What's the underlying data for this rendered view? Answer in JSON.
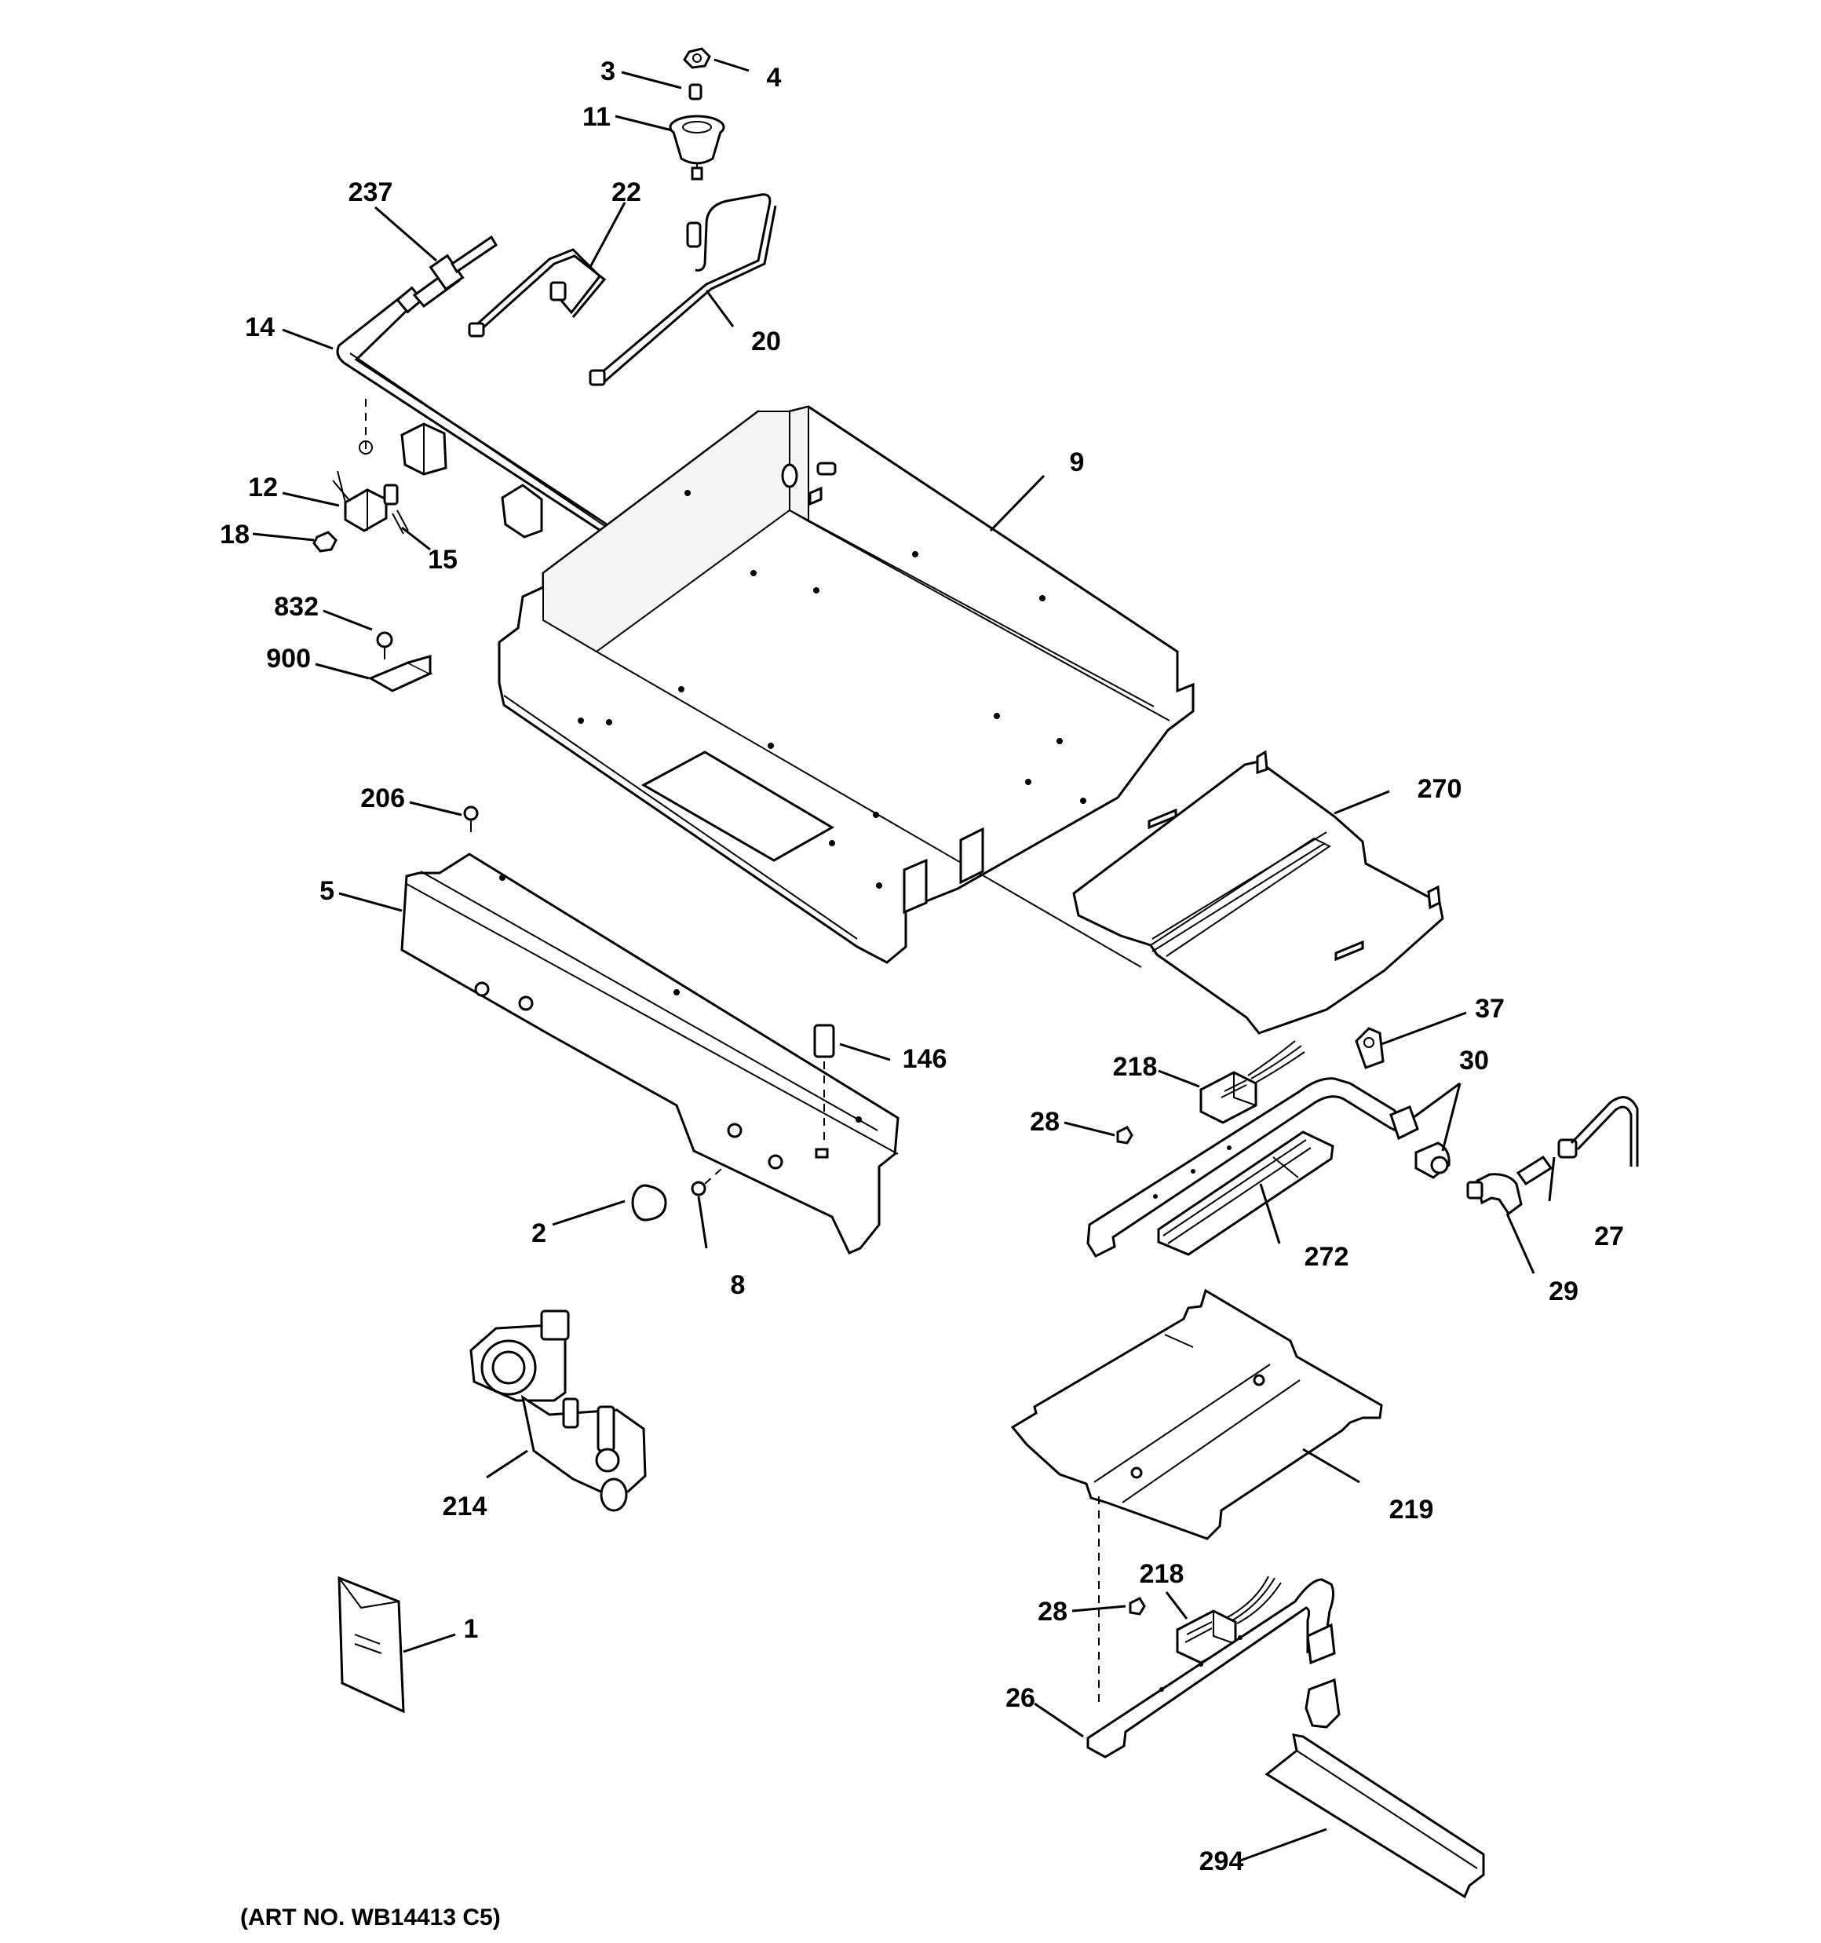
{
  "diagram": {
    "art_number": "(ART NO. WB14413 C5)",
    "callouts": {
      "c1": "1",
      "c2": "2",
      "c3": "3",
      "c4": "4",
      "c5": "5",
      "c8": "8",
      "c9": "9",
      "c11": "11",
      "c12": "12",
      "c14": "14",
      "c15": "15",
      "c18": "18",
      "c20": "20",
      "c22": "22",
      "c26": "26",
      "c27": "27",
      "c28a": "28",
      "c28b": "28",
      "c29": "29",
      "c30": "30",
      "c37": "37",
      "c146": "146",
      "c206": "206",
      "c214": "214",
      "c218a": "218",
      "c218b": "218",
      "c219": "219",
      "c237": "237",
      "c270": "270",
      "c272": "272",
      "c294": "294",
      "c832": "832",
      "c900": "900"
    }
  }
}
